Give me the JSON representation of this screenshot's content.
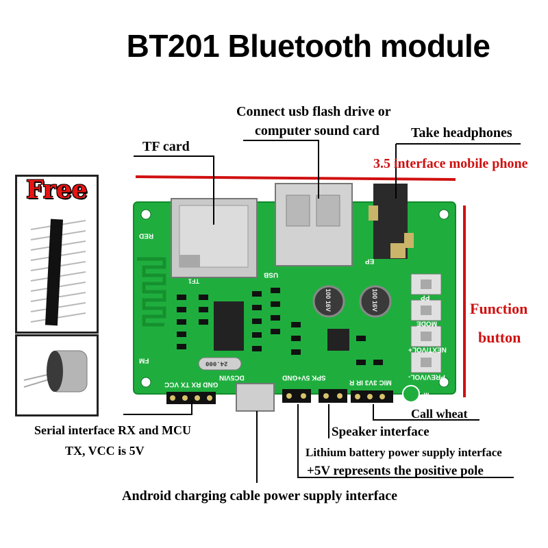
{
  "title": "BT201 Bluetooth module",
  "free_label": "Free",
  "labels": {
    "usb_line1": "Connect usb flash drive or",
    "usb_line2": "computer sound card",
    "headphones": "Take headphones",
    "tf_card": "TF card",
    "mobile_phone": "3.5 interface mobile phone",
    "function_line1": "Function",
    "function_line2": "button",
    "serial_line1": "Serial interface RX and MCU",
    "serial_line2": "TX, VCC is 5V",
    "call_wheat": "Call wheat",
    "speaker": "Speaker interface",
    "lithium_line1": "Lithium battery power supply interface",
    "lithium_line2": "+5V represents the positive pole",
    "android": "Android charging cable power supply interface"
  },
  "board_marks": {
    "red": "RED",
    "usb": "USB",
    "ep": "EP",
    "pp": "PP",
    "mode": "MODE",
    "next": "NEXT/VOL+",
    "prev": "PREV/VOL-",
    "fm": "FM",
    "crystal": "24.000",
    "cap_value": "100 16V",
    "pins_left": "GND RX TX VCC",
    "pins_dc": "DC5VIN",
    "pins_speaker": "SPK 5V+GND",
    "pins_mic": "MIC 3V3 IR R",
    "mic_minus": "M-",
    "mic_plus": "M+",
    "tf": "TF1"
  },
  "colors": {
    "pcb": "#1fae3e",
    "pcb_dark": "#168a30",
    "accent_red": "#d01010",
    "silver": "#c8c8c8"
  }
}
